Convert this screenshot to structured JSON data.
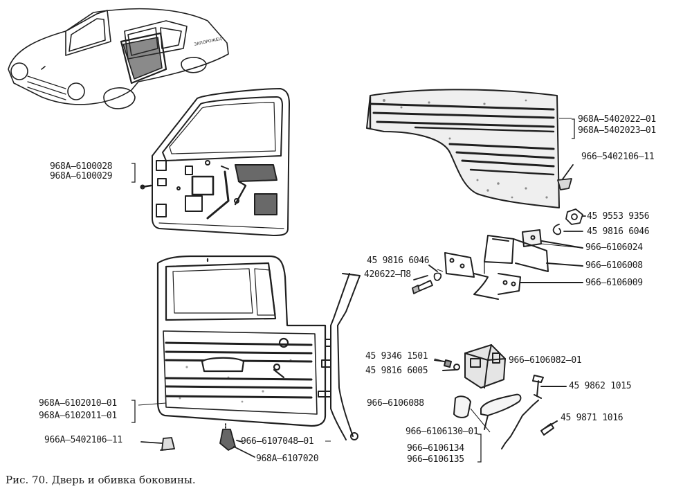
{
  "labels": {
    "door_frame_a": "968А–6100028",
    "door_frame_b": "968А–6100029",
    "panel_a": "968А–5402022–01",
    "panel_b": "968А–5402023–01",
    "clip_upper": "966–5402106–11",
    "nut": "45 9553 9356",
    "washer_right": "45 9816 6046",
    "plate": "966–6106024",
    "hinge_upper": "966–6106008",
    "hinge_lower": "966–6106009",
    "washer_left": "45 9816 6046",
    "bolt": "420622–П8",
    "screw_lock": "45 9346 1501",
    "washer_lock": "45 9816 6005",
    "lock": "966–6106082–01",
    "pin": "45 9862 1015",
    "trim_a": "968А–6102010–01",
    "trim_b": "968А–6102011–01",
    "pad": "966–6106088",
    "lever": "966–6106130–01",
    "cotter": "45 9871 1016",
    "clip_lower": "966А–5402106–11",
    "bracket": "966–6107048–01",
    "holder": "968А–6107020",
    "rod_a": "966–6106134",
    "rod_b": "966–6106135",
    "car_plate": "ЗАПОРОЖЕЦ"
  },
  "caption": "Рис. 70. Дверь и обивка боковины."
}
